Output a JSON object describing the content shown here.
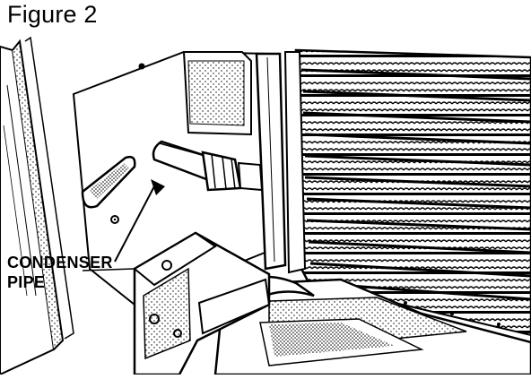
{
  "figure": {
    "title": "Figure 2",
    "callout": {
      "line1": "CONDENSER",
      "line2": "PIPE"
    }
  },
  "colors": {
    "ink": "#000000",
    "paper": "#ffffff",
    "shade": "#7a7a7a"
  }
}
